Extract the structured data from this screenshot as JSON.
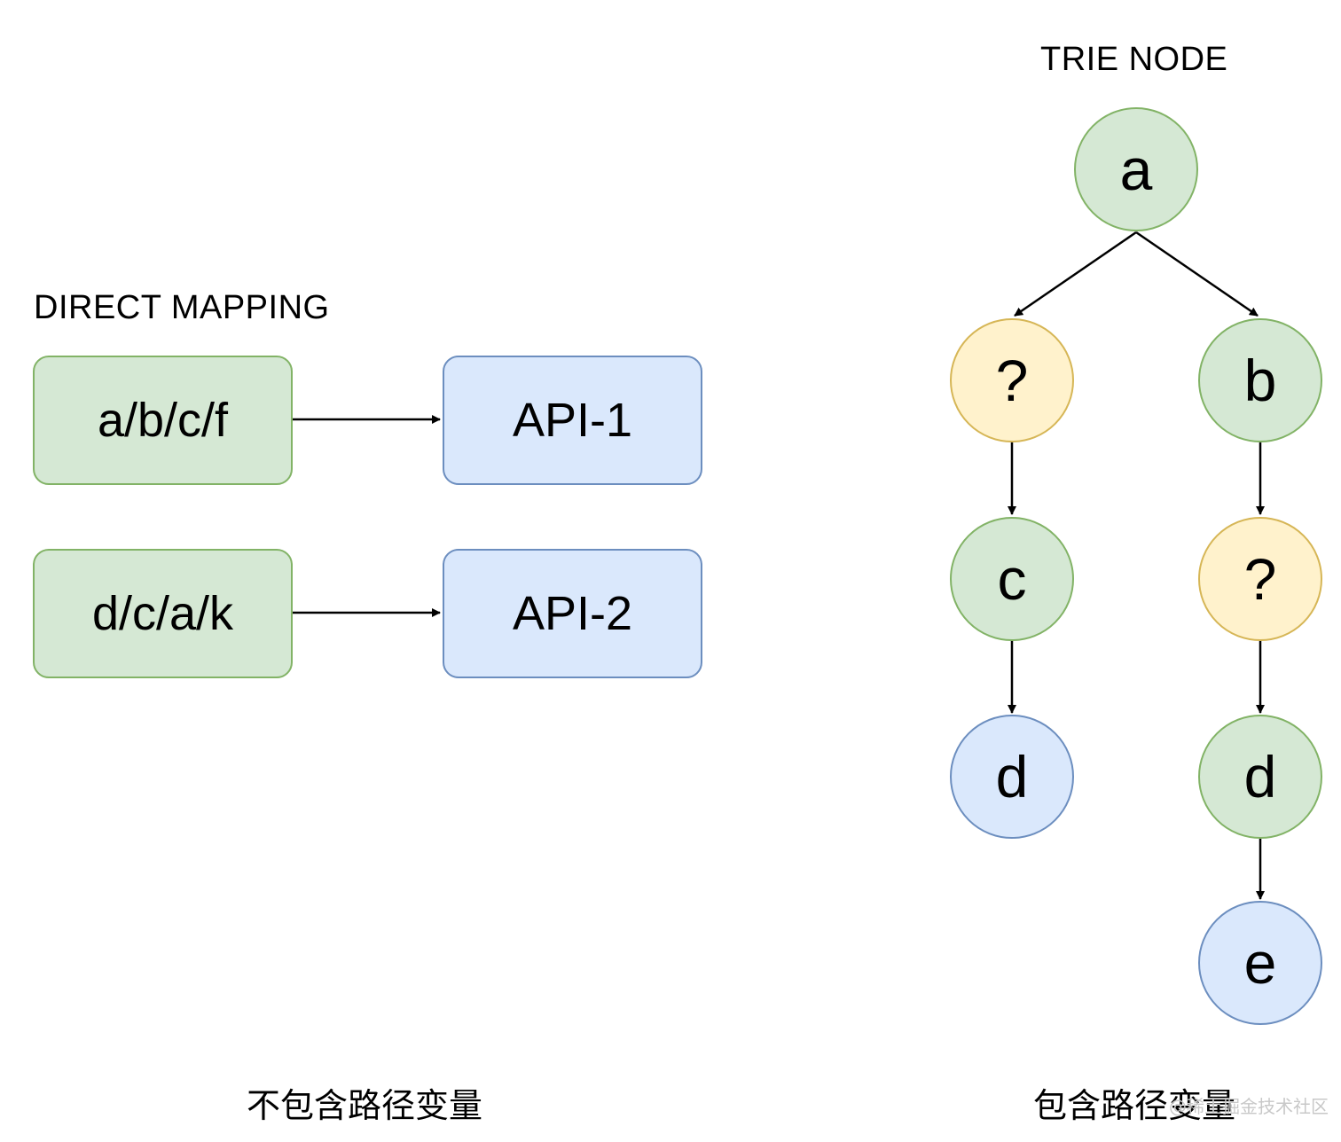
{
  "direct_mapping": {
    "title": "DIRECT MAPPING",
    "rows": [
      {
        "path": "a/b/c/f",
        "api": "API-1"
      },
      {
        "path": "d/c/a/k",
        "api": "API-2"
      }
    ],
    "caption": "不包含路径变量"
  },
  "trie": {
    "title": "TRIE NODE",
    "nodes": {
      "root": "a",
      "left1": "?",
      "right1": "b",
      "left2": "c",
      "right2": "?",
      "left3": "d",
      "right3": "d",
      "right4": "e"
    },
    "caption": "包含路径变量"
  },
  "colors": {
    "green_fill": "#d5e8d4",
    "green_stroke": "#82b366",
    "blue_fill": "#dae8fc",
    "blue_stroke": "#6c8ebf",
    "yellow_fill": "#fff2cc",
    "yellow_stroke": "#d6b656"
  },
  "watermark": "@稀土掘金技术社区"
}
